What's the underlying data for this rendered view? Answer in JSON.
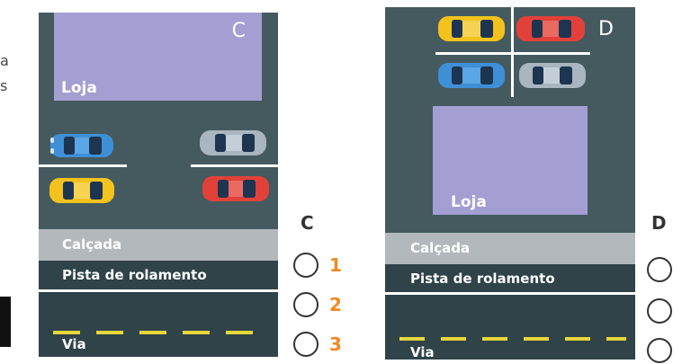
{
  "fragments": {
    "line1": "a",
    "line2": "s"
  },
  "panel_c": {
    "store_label": "Loja",
    "store_letter": "C",
    "sidewalk": "Calçada",
    "lane": "Pista de rolamento",
    "road": "Via"
  },
  "panel_d": {
    "store_label": "Loja",
    "store_letter": "D",
    "sidewalk": "Calçada",
    "lane": "Pista de rolamento",
    "road": "Via"
  },
  "answers": {
    "c_letter": "C",
    "d_letter": "D",
    "c_options": [
      "1",
      "2",
      "3"
    ]
  },
  "colors": {
    "asphalt": "#445a5f",
    "store": "#a39fd2",
    "sidewalk": "#b3b8bc",
    "lane": "#2f4348",
    "dash": "#e7d63a",
    "option_number": "#f08a24",
    "car_blue": "#3f8fd6",
    "car_yellow": "#f4c21c",
    "car_red": "#e2413a",
    "car_gray": "#a9b5bf"
  }
}
